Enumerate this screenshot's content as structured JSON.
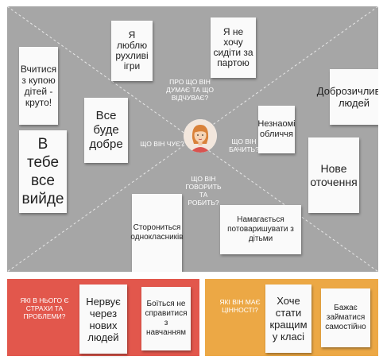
{
  "board": {
    "questions": {
      "think_feel": "ПРО ЩО ВІН ДУМАЄ ТА ЩО ВІДЧУВАЄ?",
      "hear": "ЩО ВІН ЧУЄ?",
      "see": "ЩО ВІН БАЧИТЬ?",
      "say_do": "ЩО ВІН ГОВОРИТЬ ТА РОБИТЬ?"
    },
    "notes": {
      "games": "Я люблю рухливі ігри",
      "sitting": "Я не хочу сидіти за партою",
      "learn": "Вчитися з купою дітей - круто!",
      "fine": "Все буде добре",
      "you_can": "В тебе все вийде",
      "kind": "Доброзичливих людей",
      "strangers": "Незнаомі обличчя",
      "environment": "Нове оточення",
      "avoids": "Сторониться однокласників",
      "befriend": "Намагається потоваришувати з дітьми"
    }
  },
  "fears_panel": {
    "label": "ЯКІ В НЬОГО Є СТРАХИ ТА ПРОБЛЕМИ?",
    "notes": {
      "nervous": "Нервує через нових людей",
      "afraid": "Боїться не справитися з навчанням"
    },
    "color": "#e2574c"
  },
  "values_panel": {
    "label": "ЯКІ ВІН МАЄ ЦІННОСТІ?",
    "notes": {
      "better": "Хоче стати кращим у класі",
      "self": "Бажає займатися самостійно"
    },
    "color": "#eca845"
  },
  "avatar": {
    "icon": "person-avatar-icon"
  }
}
